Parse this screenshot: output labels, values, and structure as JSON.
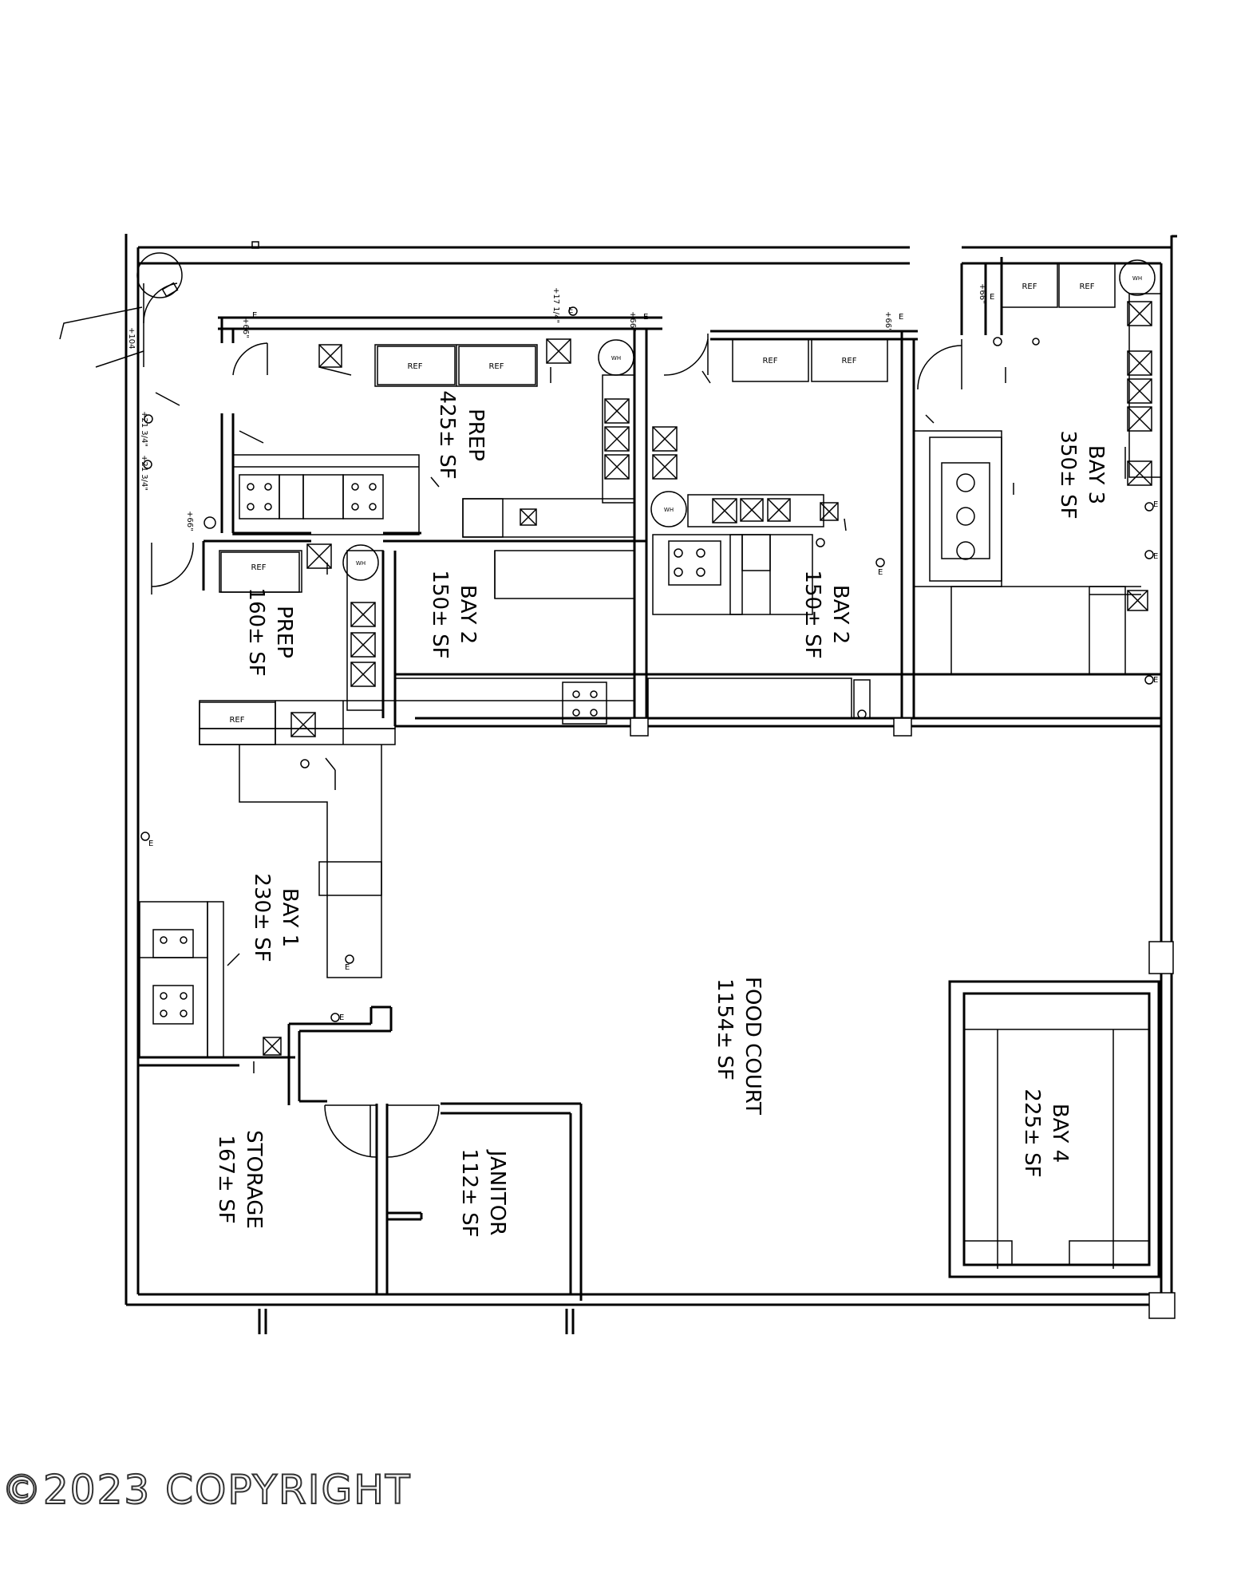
{
  "rooms": {
    "prep_large": {
      "name": "PREP",
      "area": "425± SF"
    },
    "prep_small": {
      "name": "PREP",
      "area": "160± SF"
    },
    "bay1": {
      "name": "BAY 1",
      "area": "230± SF"
    },
    "bay2_left": {
      "name": "BAY 2",
      "area": "150± SF"
    },
    "bay2_right": {
      "name": "BAY 2",
      "area": "150± SF"
    },
    "bay3": {
      "name": "BAY 3",
      "area": "350± SF"
    },
    "bay4": {
      "name": "BAY 4",
      "area": "225± SF"
    },
    "food_court": {
      "name1": "FOOD",
      "name2": "COURT",
      "area": "1154± SF"
    },
    "storage": {
      "name": "STORAGE",
      "area": "167± SF"
    },
    "janitor": {
      "name": "JANITOR",
      "area": "112± SF"
    }
  },
  "equipment": {
    "ref": "REF",
    "wh": "WH"
  },
  "marks": {
    "e": "E",
    "h66": "+66\"",
    "h17": "+17 1/4\"",
    "h104": "+104",
    "h21a": "+21 3/4\"",
    "h21b": "+21 3/4\""
  },
  "watermark": "©2023 COPYRIGHT"
}
